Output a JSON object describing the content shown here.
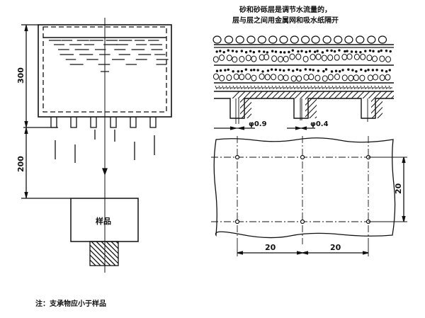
{
  "left_figure": {
    "dim_top": "300",
    "dim_bottom": "200",
    "sample_label": "样品",
    "note": "注：支承物应小于样品"
  },
  "right_figure": {
    "title_line1": "砂和砂砾层是调节水流量的，",
    "title_line2": "层与层之间用金属网和吸水纸隔开",
    "dia_large": "φ0.9",
    "dia_small": "φ0.4",
    "grid_dim_vertical": "20",
    "grid_dim_h1": "20",
    "grid_dim_h2": "20"
  },
  "colors": {
    "ink": "#111111",
    "background": "#ffffff"
  }
}
